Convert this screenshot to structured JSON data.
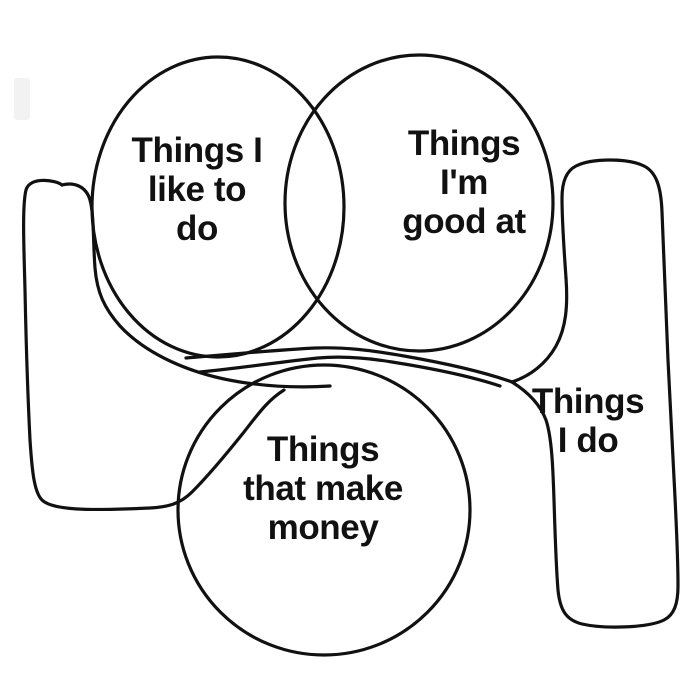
{
  "image": {
    "type": "venn-diagram-meme",
    "background_color": "#ffffff",
    "stroke_color": "#111111",
    "text_color": "#111111"
  },
  "venn": {
    "circles": [
      {
        "id": "things-i-like-to-do",
        "label": "Things I\nlike to\ndo",
        "position": "top-left"
      },
      {
        "id": "things-im-good-at",
        "label": "Things\nI'm\ngood at",
        "position": "top-right"
      },
      {
        "id": "things-that-make-money",
        "label": "Things\nthat make\nmoney",
        "position": "bottom-center"
      }
    ],
    "outline": {
      "id": "things-i-do",
      "label": "Things\nI do",
      "description": "hand-drawn irregular outline enclosing the circles"
    }
  }
}
